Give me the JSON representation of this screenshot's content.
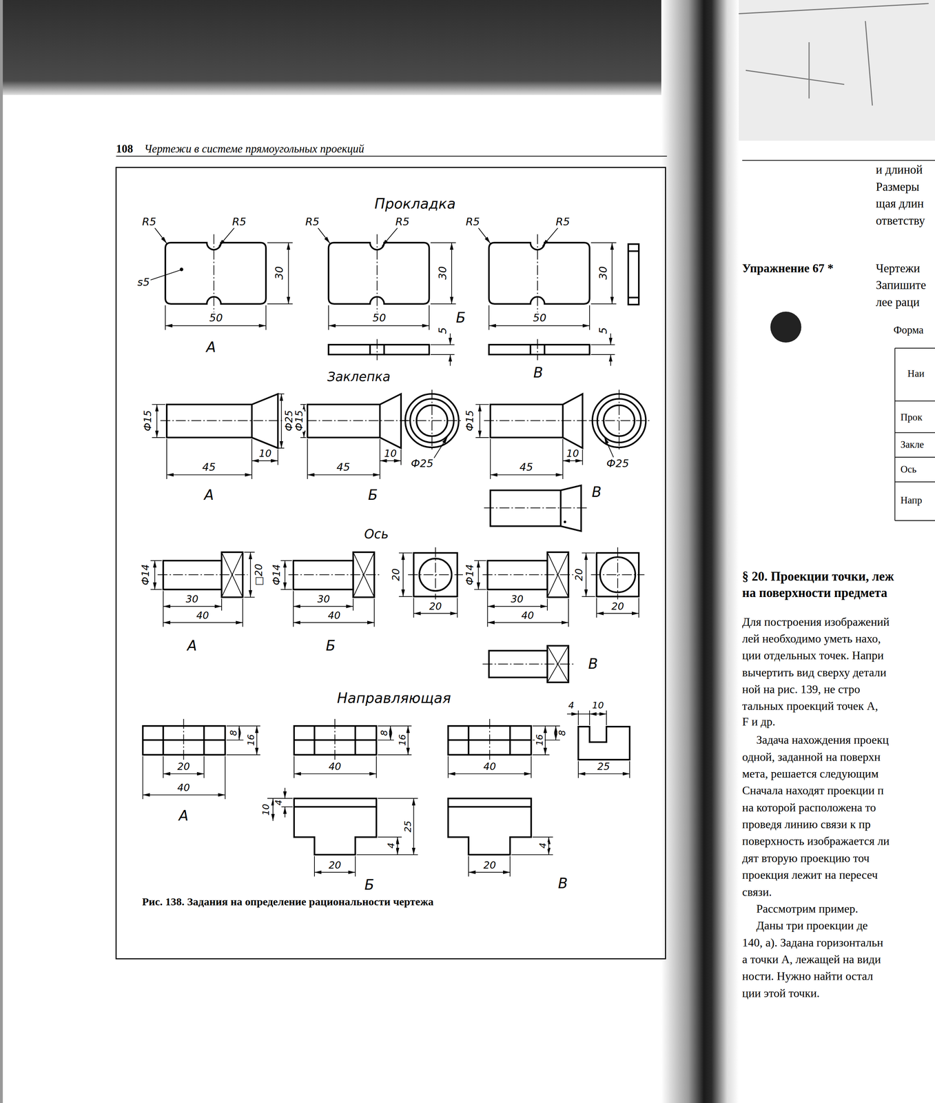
{
  "diagram": {
    "caption": "Рис. 138. Задания на определение рациональности чертежа",
    "labels": [
      "108",
      "Чертежи в системе прямоугольных проекций",
      "Прокладка",
      "R5",
      "R5",
      "s5",
      "30",
      "50",
      "А",
      "R5",
      "R5",
      "30",
      "50",
      "Б",
      "5",
      "R5",
      "R5",
      "30",
      "50",
      "5",
      "В",
      "Заклепка",
      "Ф15",
      "Ф25",
      "10",
      "45",
      "А",
      "Ф15",
      "10",
      "45",
      "Ф25",
      "Б",
      "Ф15",
      "10",
      "45",
      "Ф25",
      "В",
      "Ось",
      "Ф14",
      "□20",
      "30",
      "40",
      "А",
      "Ф14",
      "30",
      "40",
      "Б",
      "20",
      "20",
      "Ф14",
      "30",
      "40",
      "20",
      "20",
      "В",
      "Направляющая",
      "8",
      "16",
      "20",
      "40",
      "А",
      "8",
      "16",
      "40",
      "10",
      "4",
      "4",
      "25",
      "20",
      "Б",
      "16",
      "8",
      "4",
      "10",
      "25",
      "40",
      "4",
      "20",
      "В",
      "и длиной",
      "Размеры",
      "щая длин",
      "ответству",
      "Упражнение 67 *",
      "Чертежи",
      "Запишите",
      "лее раци",
      "Форма",
      "Наи",
      "Прок",
      "Закле",
      "Ось",
      "Напр",
      "§ 20. Проекции точки, леж",
      "на поверхности предмета",
      "Для построения изображений",
      "лей необходимо уметь нахо,",
      "ции отдельных точек. Напри",
      "вычертить вид сверху детали",
      "ной на рис. 139, не стро",
      "тальных проекций точек А,",
      "F и др.",
      "Задача нахождения проекц",
      "одной, заданной на поверхн",
      "мета, решается следующим",
      "Сначала находят проекции п",
      "на которой расположена то",
      "проведя линию связи к пр",
      "поверхность изображается ли",
      "дят вторую проекцию точ",
      "проекция лежит на пересеч",
      "связи.",
      "Рассмотрим пример.",
      "Даны три проекции де",
      "140, а). Задана горизонтальн",
      "а точки А, лежащей на види",
      "ности. Нужно найти остал",
      "ции этой точки."
    ]
  }
}
